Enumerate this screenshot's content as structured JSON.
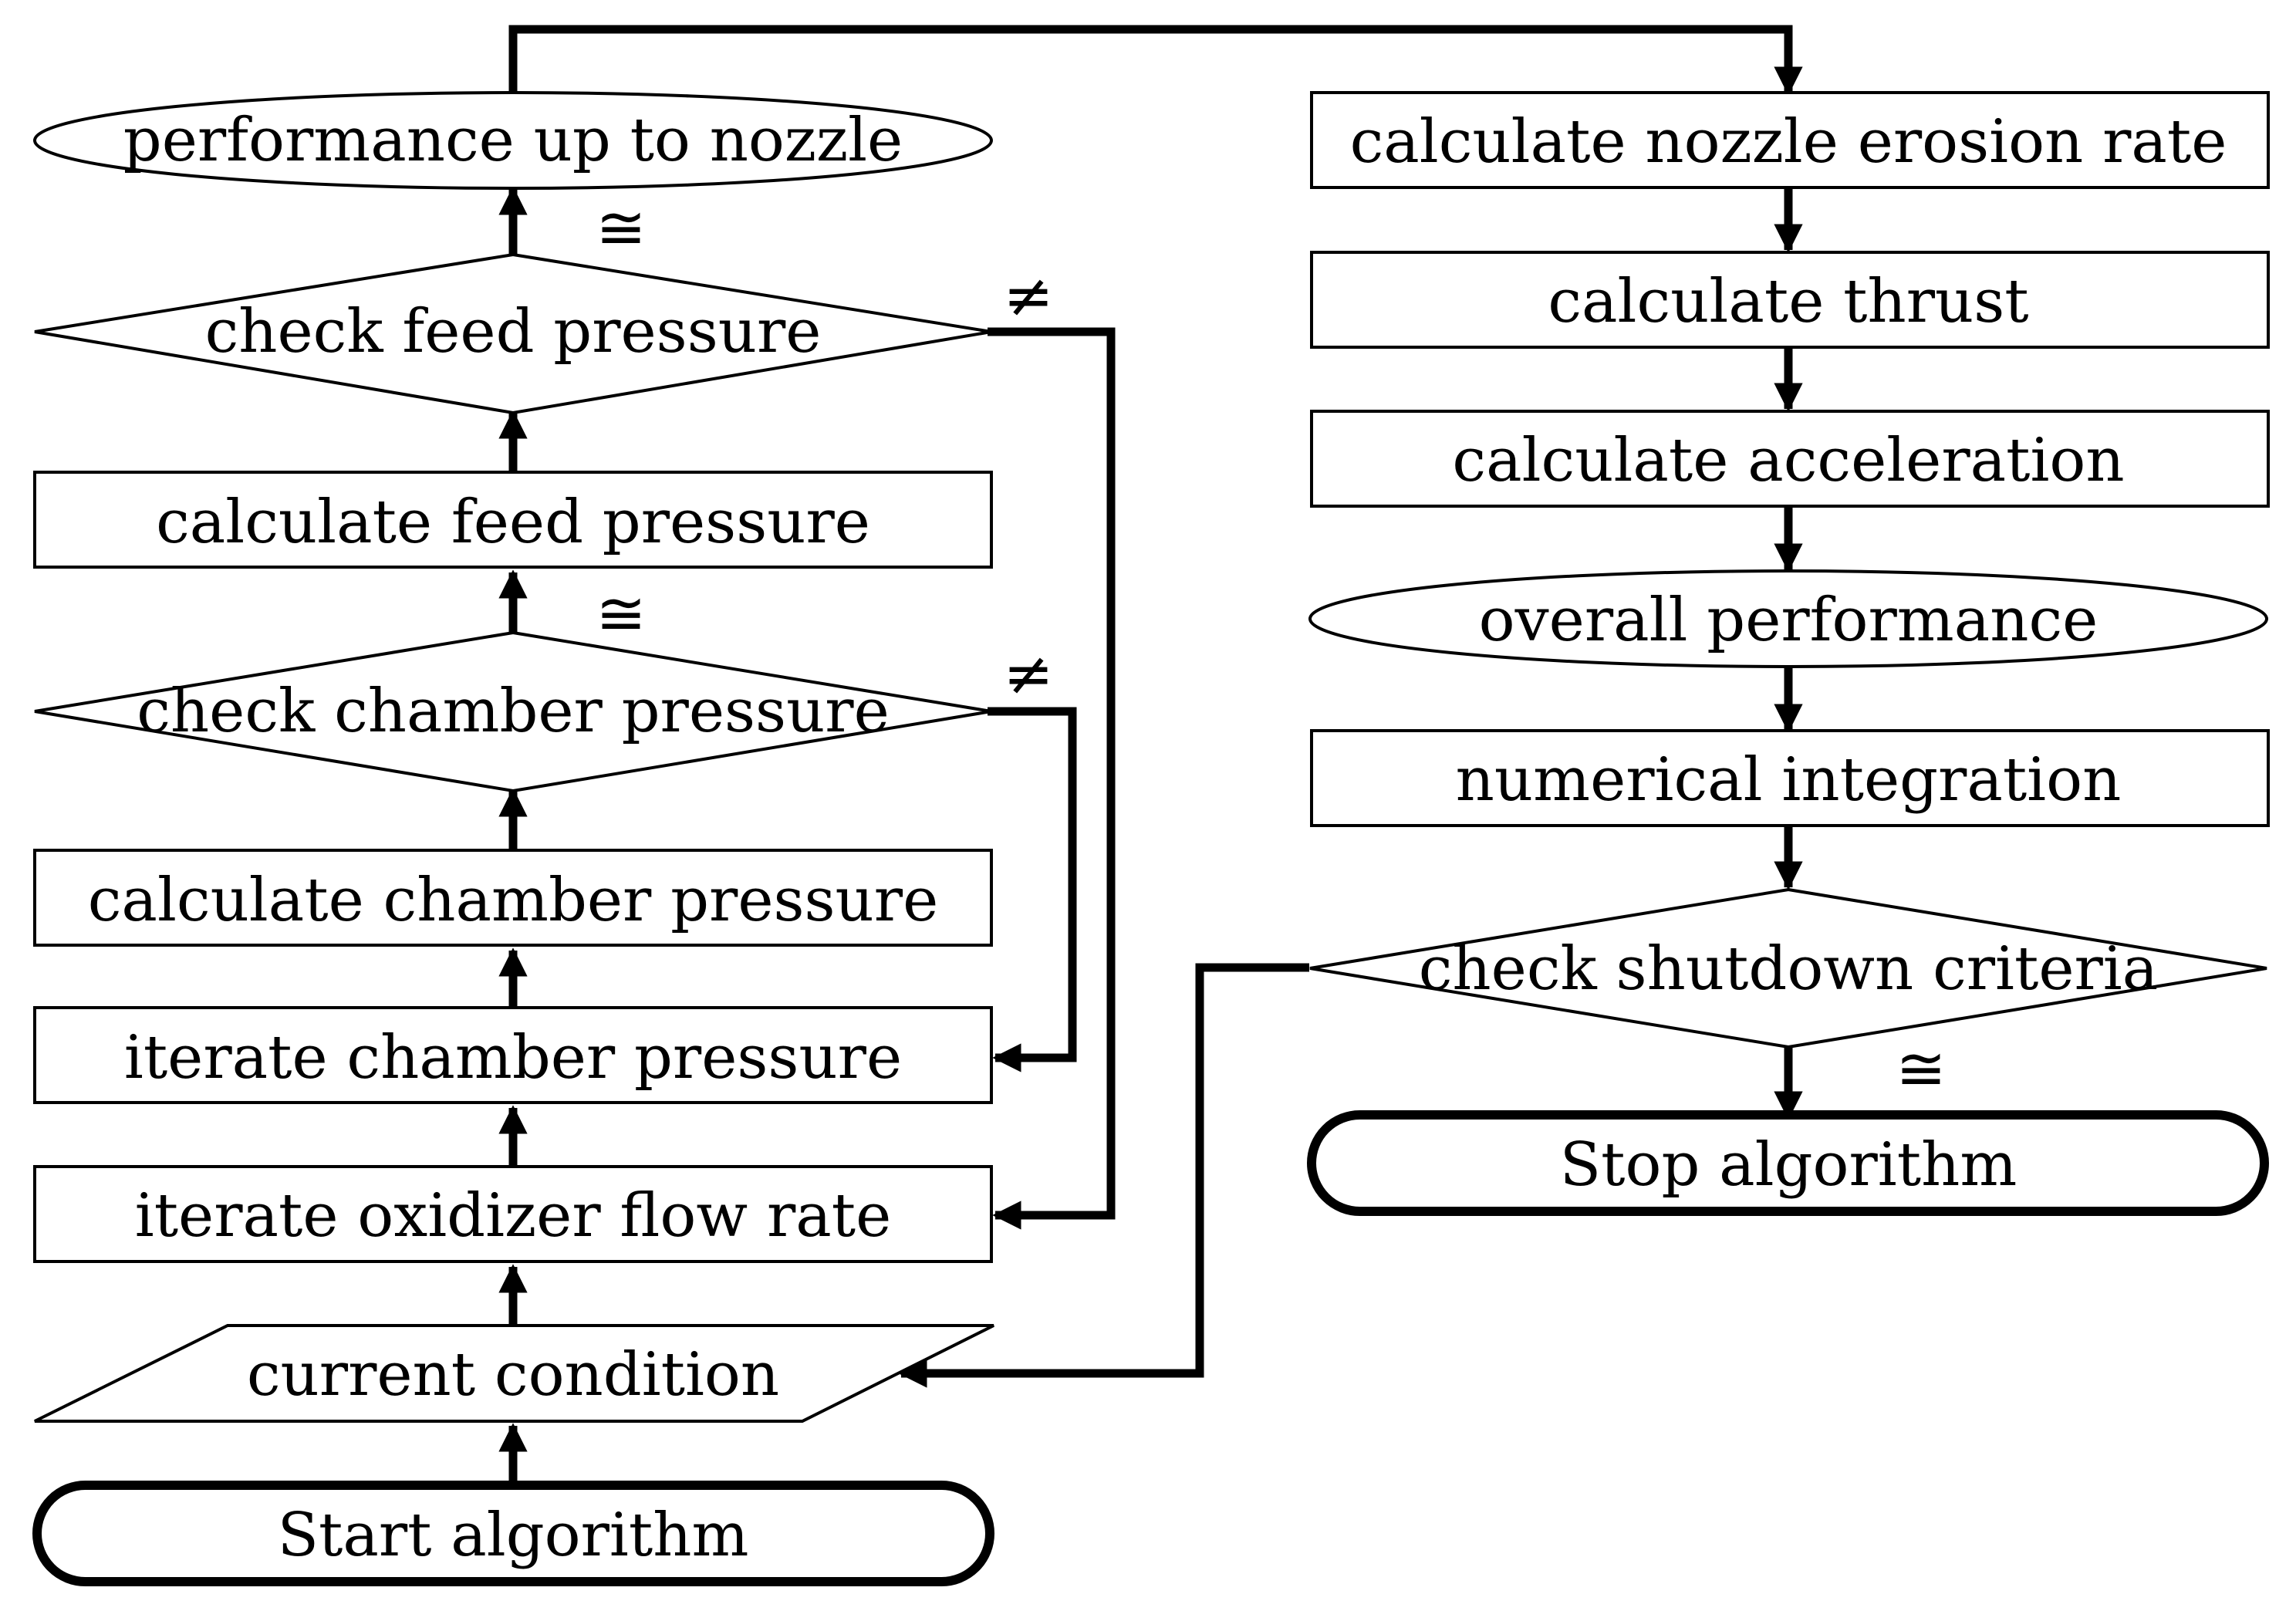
{
  "nodes": {
    "start": "Start algorithm",
    "current_condition": "current condition",
    "iterate_oxidizer_flow_rate": "iterate oxidizer flow rate",
    "iterate_chamber_pressure": "iterate chamber pressure",
    "calculate_chamber_pressure": "calculate chamber pressure",
    "check_chamber_pressure": "check chamber pressure",
    "calculate_feed_pressure": "calculate feed pressure",
    "check_feed_pressure": "check feed pressure",
    "performance_up_to_nozzle": "performance up to nozzle",
    "calculate_nozzle_erosion_rate": "calculate nozzle erosion rate",
    "calculate_thrust": "calculate thrust",
    "calculate_acceleration": "calculate acceleration",
    "overall_performance": "overall performance",
    "numerical_integration": "numerical integration",
    "check_shutdown_criteria": "check shutdown criteria",
    "stop": "Stop algorithm"
  },
  "edge_labels": {
    "approx_equal": "≅",
    "not_equal": "≠"
  }
}
